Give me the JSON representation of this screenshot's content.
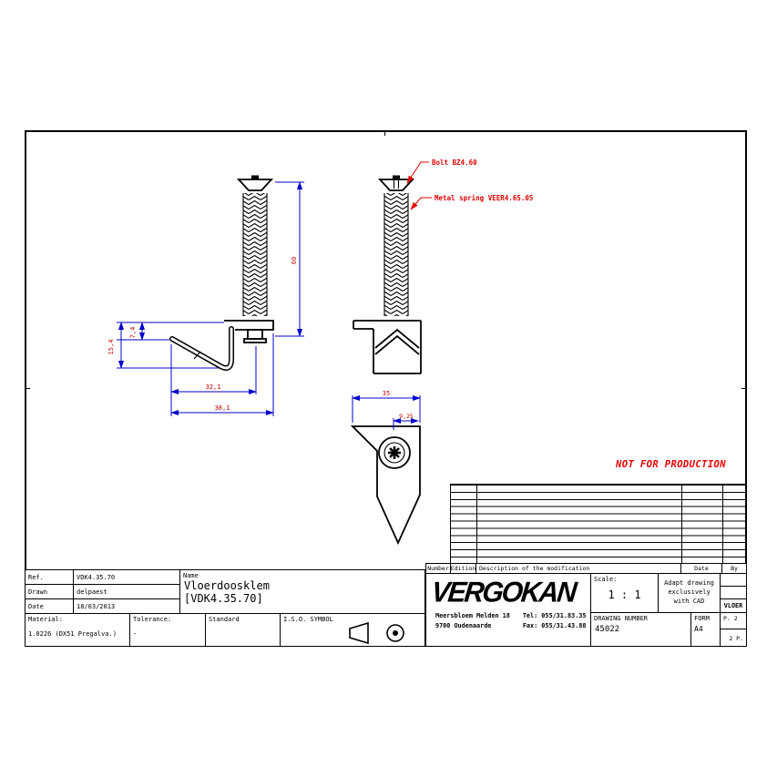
{
  "page": {
    "watermark": "NOT FOR PRODUCTION"
  },
  "colors": {
    "dimension_line": "#0000cc",
    "dimension_text": "#c00000",
    "annotation_red": "#e00000",
    "drawing_line": "#000000"
  },
  "drawing": {
    "dimensions": {
      "screw_length": "60",
      "clip_inner_height": "7,4",
      "clip_total_height": "15,4",
      "hook_length": "32,1",
      "total_length": "38,1",
      "body_width": "35",
      "hole_offset": "9,25"
    },
    "annotations": {
      "bolt": "Bolt BZ4.60",
      "spring": "Metal spring VEER4.65.05"
    }
  },
  "revision_table": {
    "number": "Number",
    "edition": "Edition",
    "description": "Description of the modification",
    "date": "Date",
    "by": "By"
  },
  "title_block": {
    "ref_label": "Ref.",
    "ref_value": "VDK4.35.70",
    "drawn_label": "Drawn",
    "drawn_value": "delpaest",
    "date_label": "Date",
    "date_value": "18/03/2013",
    "name_label": "Name",
    "name_line1": "Vloerdoosklem",
    "name_line2": "[VDK4.35.70]",
    "material_label": "Material:",
    "material_value": "1.0226 (DX51 Pregalva.)",
    "tolerance_label": "Tolerance:",
    "tolerance_value": "-",
    "standard_label": "Standard",
    "standard_value": "",
    "iso_label": "I.S.O. SYMBOL"
  },
  "company_block": {
    "logo": "VERGOKAN",
    "address_line1": "Meersbloem Melden 18",
    "address_line2": "9700 Oudenaarde",
    "tel": "Tel: 055/31.83.35",
    "fax": "Fax: 055/31.43.88",
    "scale_label": "Scale:",
    "scale_value": "1 : 1",
    "cad_note_line1": "Adapt drawing",
    "cad_note_line2": "exclusively",
    "cad_note_line3": "with CAD",
    "category": "VLOER",
    "drawing_number_label": "DRAWING NUMBER",
    "drawing_number": "45022",
    "form_label": "FORM",
    "form_value": "A4",
    "page": "P. 2",
    "pages": "2 P."
  }
}
